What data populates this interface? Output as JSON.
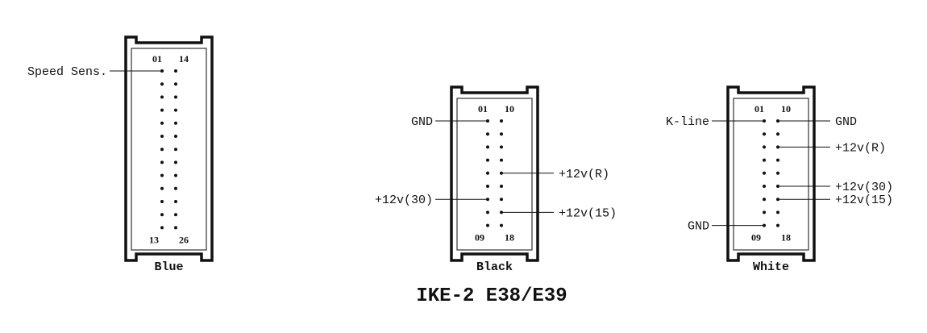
{
  "title": "IKE-2 E38/E39",
  "connectors": [
    {
      "name": "Blue",
      "rows": 13,
      "corner_numbers": {
        "top_left": "01",
        "top_right": "14",
        "bottom_left": "13",
        "bottom_right": "26"
      },
      "pins": [
        {
          "pin": 1,
          "label": "Speed Sens."
        }
      ]
    },
    {
      "name": "Black",
      "rows": 9,
      "corner_numbers": {
        "top_left": "01",
        "top_right": "10",
        "bottom_left": "09",
        "bottom_right": "18"
      },
      "pins": [
        {
          "pin": 1,
          "label": "GND"
        },
        {
          "pin": 14,
          "label": "+12v(R)"
        },
        {
          "pin": 7,
          "label": "+12v(30)"
        },
        {
          "pin": 17,
          "label": "+12v(15)"
        }
      ]
    },
    {
      "name": "White",
      "rows": 9,
      "corner_numbers": {
        "top_left": "01",
        "top_right": "10",
        "bottom_left": "09",
        "bottom_right": "18"
      },
      "pins": [
        {
          "pin": 1,
          "label": "K-line"
        },
        {
          "pin": 10,
          "label": "GND"
        },
        {
          "pin": 12,
          "label": "+12v(R)"
        },
        {
          "pin": 15,
          "label": "+12v(30)"
        },
        {
          "pin": 16,
          "label": "+12v(15)"
        },
        {
          "pin": 9,
          "label": "GND"
        }
      ]
    }
  ]
}
